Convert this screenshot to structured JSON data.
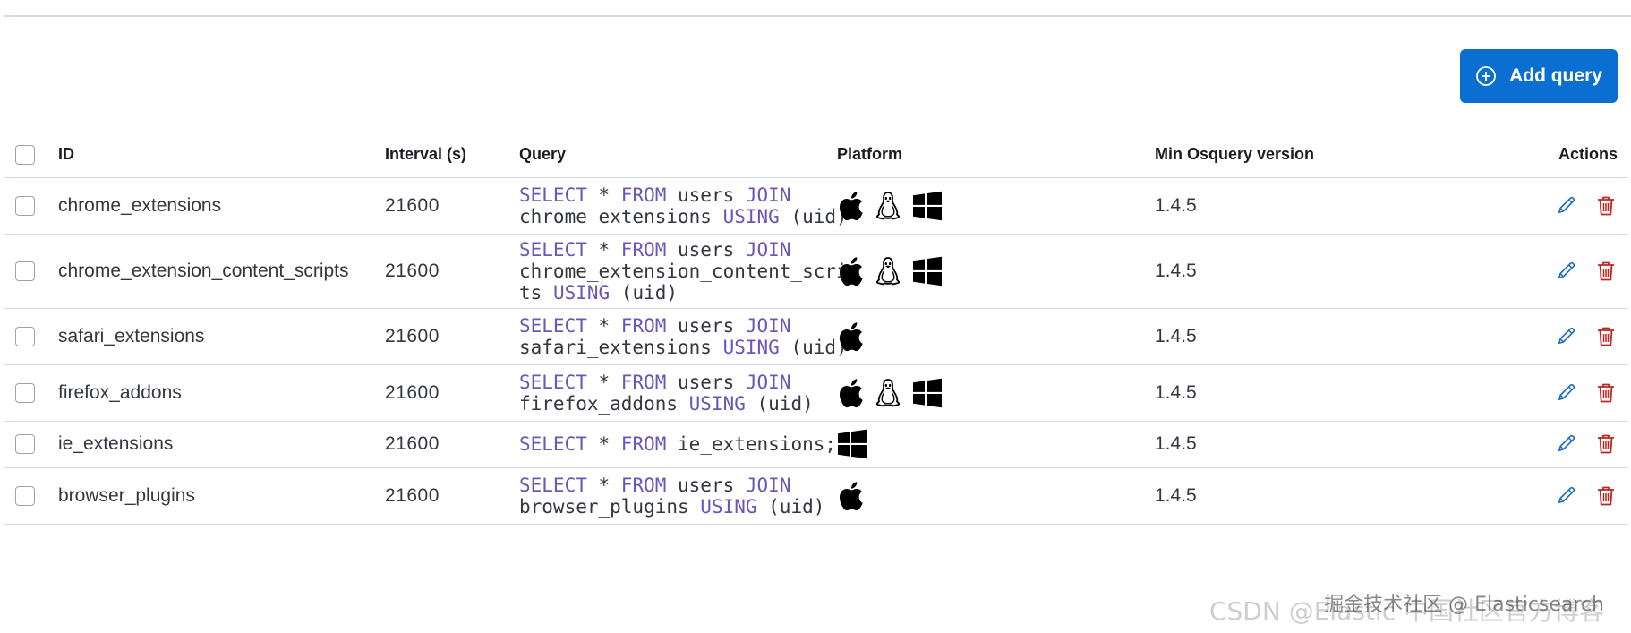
{
  "toolbar": {
    "add_label": "Add query"
  },
  "table": {
    "headers": {
      "id": "ID",
      "interval": "Interval (s)",
      "query": "Query",
      "platform": "Platform",
      "version": "Min Osquery version",
      "actions": "Actions"
    },
    "rows": [
      {
        "id": "chrome_extensions",
        "interval": "21600",
        "query_lines": [
          [
            [
              "kw",
              "SELECT"
            ],
            [
              "t",
              " * "
            ],
            [
              "kw",
              "FROM"
            ],
            [
              "t",
              " users "
            ],
            [
              "kw",
              "JOIN"
            ]
          ],
          [
            [
              "t",
              "chrome_extensions "
            ],
            [
              "kw",
              "USING"
            ],
            [
              "t",
              " (uid)"
            ]
          ]
        ],
        "platforms": [
          "apple",
          "linux",
          "windows"
        ],
        "version": "1.4.5"
      },
      {
        "id": "chrome_extension_content_scripts",
        "interval": "21600",
        "query_lines": [
          [
            [
              "kw",
              "SELECT"
            ],
            [
              "t",
              " * "
            ],
            [
              "kw",
              "FROM"
            ],
            [
              "t",
              " users "
            ],
            [
              "kw",
              "JOIN"
            ]
          ],
          [
            [
              "t",
              "chrome_extension_content_scrip"
            ]
          ],
          [
            [
              "t",
              "ts "
            ],
            [
              "kw",
              "USING"
            ],
            [
              "t",
              " (uid)"
            ]
          ]
        ],
        "platforms": [
          "apple",
          "linux",
          "windows"
        ],
        "version": "1.4.5"
      },
      {
        "id": "safari_extensions",
        "interval": "21600",
        "query_lines": [
          [
            [
              "kw",
              "SELECT"
            ],
            [
              "t",
              " * "
            ],
            [
              "kw",
              "FROM"
            ],
            [
              "t",
              " users "
            ],
            [
              "kw",
              "JOIN"
            ]
          ],
          [
            [
              "t",
              "safari_extensions "
            ],
            [
              "kw",
              "USING"
            ],
            [
              "t",
              " (uid)"
            ]
          ]
        ],
        "platforms": [
          "apple"
        ],
        "version": "1.4.5"
      },
      {
        "id": "firefox_addons",
        "interval": "21600",
        "query_lines": [
          [
            [
              "kw",
              "SELECT"
            ],
            [
              "t",
              " * "
            ],
            [
              "kw",
              "FROM"
            ],
            [
              "t",
              " users "
            ],
            [
              "kw",
              "JOIN"
            ]
          ],
          [
            [
              "t",
              "firefox_addons "
            ],
            [
              "kw",
              "USING"
            ],
            [
              "t",
              " (uid)"
            ]
          ]
        ],
        "platforms": [
          "apple",
          "linux",
          "windows"
        ],
        "version": "1.4.5"
      },
      {
        "id": "ie_extensions",
        "interval": "21600",
        "query_lines": [
          [
            [
              "kw",
              "SELECT"
            ],
            [
              "t",
              " * "
            ],
            [
              "kw",
              "FROM"
            ],
            [
              "t",
              " ie_extensions;"
            ]
          ]
        ],
        "platforms": [
          "windows"
        ],
        "version": "1.4.5"
      },
      {
        "id": "browser_plugins",
        "interval": "21600",
        "query_lines": [
          [
            [
              "kw",
              "SELECT"
            ],
            [
              "t",
              " * "
            ],
            [
              "kw",
              "FROM"
            ],
            [
              "t",
              " users "
            ],
            [
              "kw",
              "JOIN"
            ]
          ],
          [
            [
              "t",
              "browser_plugins "
            ],
            [
              "kw",
              "USING"
            ],
            [
              "t",
              " (uid)"
            ]
          ]
        ],
        "platforms": [
          "apple"
        ],
        "version": "1.4.5"
      }
    ]
  },
  "watermark": {
    "text1": "CSDN @Elastic 中国社区官方博客",
    "text2": "掘金技术社区 @ Elasticsearch"
  },
  "colors": {
    "accent": "#0b6fd1",
    "keyword": "#6a57b8",
    "edit": "#1f70b8",
    "delete": "#bd271e"
  }
}
